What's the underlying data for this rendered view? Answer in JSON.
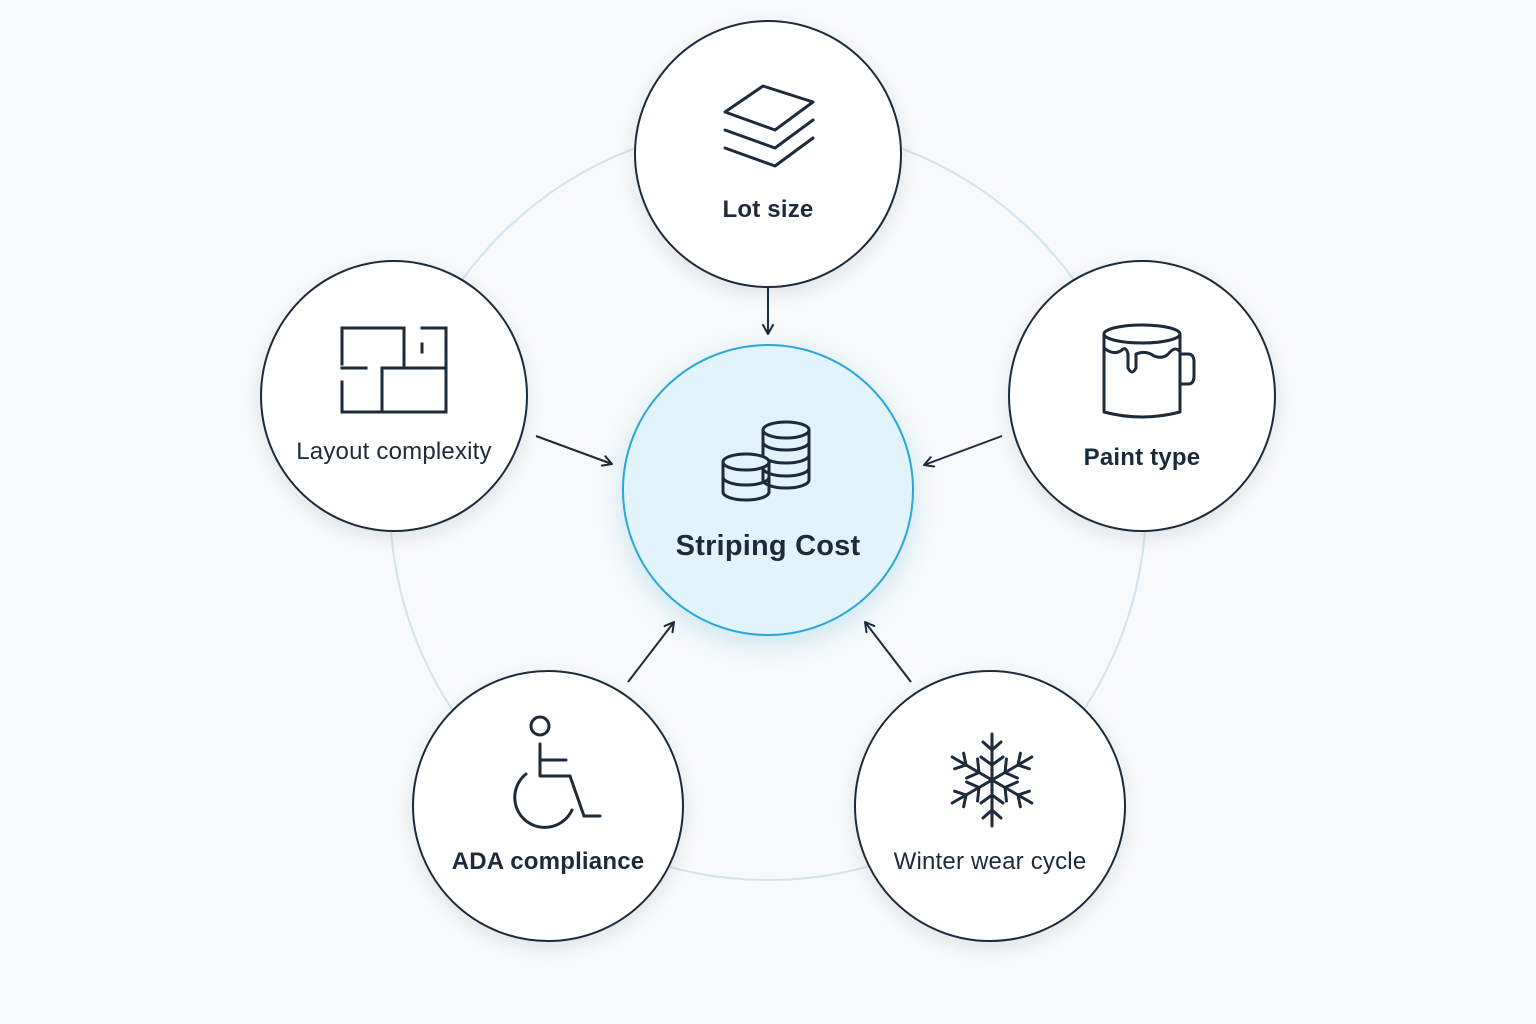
{
  "diagram": {
    "center": {
      "label": "Striping Cost",
      "icon": "coins-icon"
    },
    "factors": [
      {
        "id": "lot-size",
        "label": "Lot size",
        "icon": "layers-icon"
      },
      {
        "id": "paint-type",
        "label": "Paint type",
        "icon": "paint-bucket-icon"
      },
      {
        "id": "winter-wear-cycle",
        "label": "Winter wear cycle",
        "icon": "snowflake-icon"
      },
      {
        "id": "ada-compliance",
        "label": "ADA compliance",
        "icon": "wheelchair-icon"
      },
      {
        "id": "layout-complexity",
        "label": "Layout complexity",
        "icon": "floor-plan-icon"
      }
    ],
    "colors": {
      "stroke": "#1c2a3a",
      "center_fill": "#e1f4fb",
      "center_border": "#2aa6d8",
      "ring": "#d5e3ec",
      "background": "#f7f9fa"
    }
  }
}
